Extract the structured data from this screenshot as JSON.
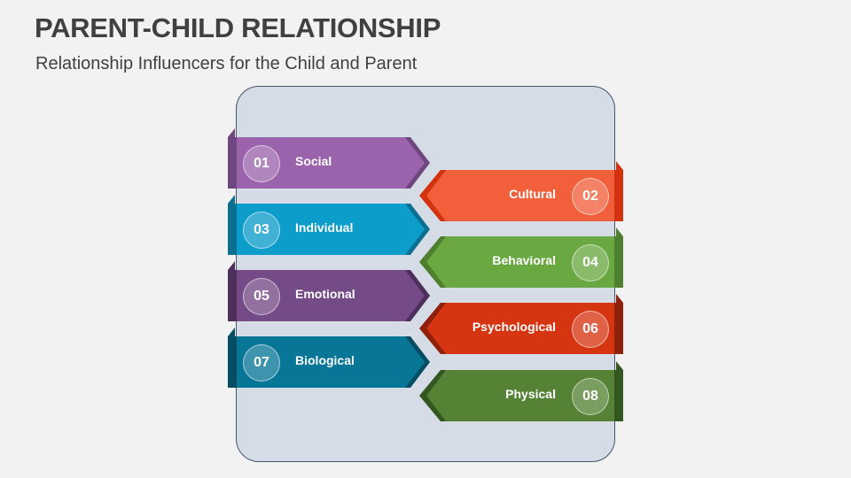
{
  "title": "PARENT-CHILD RELATIONSHIP",
  "subtitle": "Relationship Influencers for the Child and Parent",
  "items": [
    {
      "num": "01",
      "label": "Social",
      "side": "left",
      "color": "#9b63ab",
      "dark": "#6e4780"
    },
    {
      "num": "02",
      "label": "Cultural",
      "side": "right",
      "color": "#f15f3b",
      "dark": "#d4330f"
    },
    {
      "num": "03",
      "label": "Individual",
      "side": "left",
      "color": "#0c9dcb",
      "dark": "#0b6f92"
    },
    {
      "num": "04",
      "label": "Behavioral",
      "side": "right",
      "color": "#6aa842",
      "dark": "#4d7f2e"
    },
    {
      "num": "05",
      "label": "Emotional",
      "side": "left",
      "color": "#744a87",
      "dark": "#4d2f5b"
    },
    {
      "num": "06",
      "label": "Psychological",
      "side": "right",
      "color": "#d63512",
      "dark": "#8e200c"
    },
    {
      "num": "07",
      "label": "Biological",
      "side": "left",
      "color": "#087696",
      "dark": "#054d62"
    },
    {
      "num": "08",
      "label": "Physical",
      "side": "right",
      "color": "#558234",
      "dark": "#345620"
    }
  ]
}
